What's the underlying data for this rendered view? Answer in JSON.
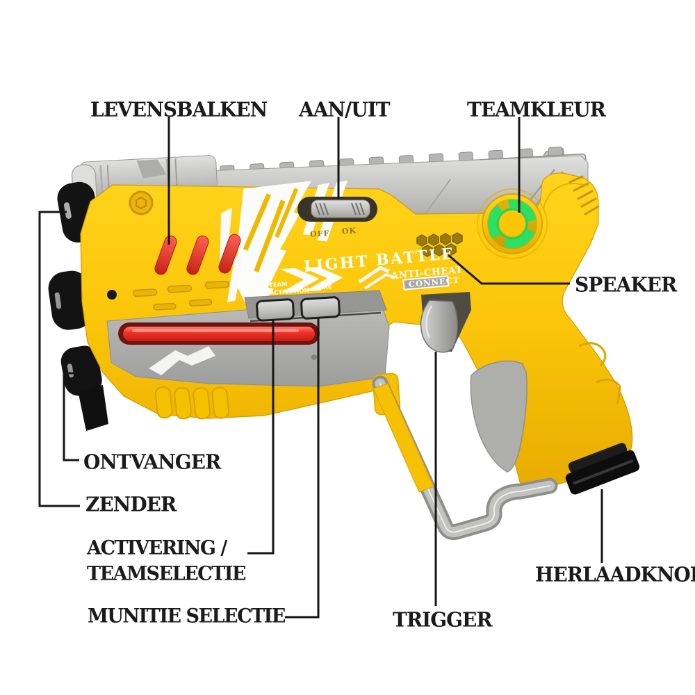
{
  "callouts": {
    "levensbalken": "LEVENSBALKEN",
    "aan_uit": "AAN/UIT",
    "teamkleur": "TEAMKLEUR",
    "speaker": "SPEAKER",
    "ontvanger": "ONTVANGER",
    "zender": "ZENDER",
    "activering_line1": "ACTIVERING /",
    "activering_line2": "TEAMSELECTIE",
    "munitie_selectie": "MUNITIE SELECTIE",
    "trigger": "TRIGGER",
    "herlaadknop": "HERLAADKNOP"
  },
  "gun_markings": {
    "brand": "LIGHT BATTLE",
    "anti_cheat": "ANTI-CHEAT",
    "connect": "CONNECT",
    "switch_off": "OFF",
    "switch_ok": "OK",
    "btn_team": "• TEAM",
    "btn_activation": "• ACTIVATION",
    "btn_fire": "• FIRE"
  },
  "colors": {
    "background": "#FFFFFF",
    "body_yellow": "#FBC60A",
    "silver": "#C3C3C1",
    "gray_panel": "#ACACAA",
    "life_bar_red": "#E2342B",
    "led_strip_red": "#E8281E",
    "team_ring_green": "#2BE062",
    "lens_black": "#141414",
    "label_text": "#1B1B1B"
  }
}
